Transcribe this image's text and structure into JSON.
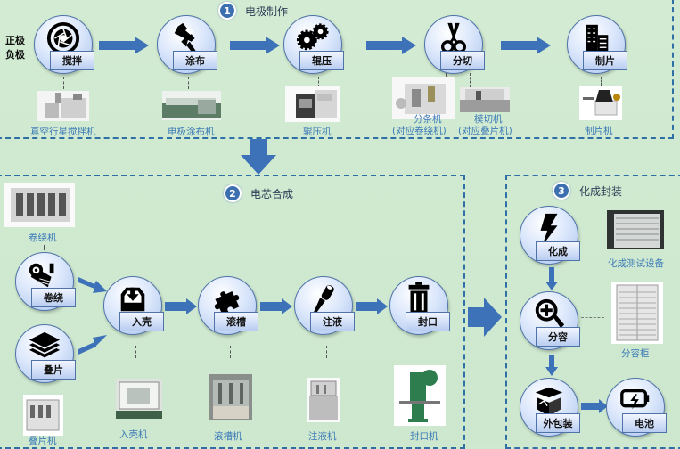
{
  "side_label": [
    "正极",
    "负极"
  ],
  "sections": {
    "electrode": {
      "number": "1",
      "title": "电极制作",
      "steps": [
        {
          "label": "搅拌",
          "icon": "aperture-icon",
          "machine": "真空行星搅拌机"
        },
        {
          "label": "涂布",
          "icon": "paint-brush-icon",
          "machine": "电极涂布机"
        },
        {
          "label": "辊压",
          "icon": "gears-icon",
          "machine": "辊压机"
        },
        {
          "label": "分切",
          "icon": "scissors-icon",
          "machine": "分条机",
          "machine_note": "(对应卷绕机)",
          "machine2": "模切机",
          "machine2_note": "(对应叠片机)"
        },
        {
          "label": "制片",
          "icon": "building-icon",
          "machine": "制片机"
        }
      ]
    },
    "cell": {
      "number": "2",
      "title": "电芯合成",
      "steps": [
        {
          "label": "卷绕",
          "icon": "roll-icon",
          "machine": "卷绕机"
        },
        {
          "label": "叠片",
          "icon": "layers-icon",
          "machine": "叠片机"
        },
        {
          "label": "入壳",
          "icon": "inbox-icon",
          "machine": "入壳机"
        },
        {
          "label": "滚槽",
          "icon": "puzzle-icon",
          "machine": "滚槽机"
        },
        {
          "label": "注液",
          "icon": "dropper-icon",
          "machine": "注液机"
        },
        {
          "label": "封口",
          "icon": "trash-can-icon",
          "machine": "封口机"
        }
      ]
    },
    "formation": {
      "number": "3",
      "title": "化成封装",
      "steps": [
        {
          "label": "化成",
          "icon": "lightning-icon",
          "machine": "化成测试设备"
        },
        {
          "label": "分容",
          "icon": "magnifier-plus-icon",
          "machine": "分容柜"
        },
        {
          "label": "外包装",
          "icon": "open-box-icon"
        },
        {
          "label": "电池",
          "icon": "battery-icon"
        }
      ]
    }
  },
  "colors": {
    "background": "#d0eacf",
    "dash_border": "#2e6fa6",
    "arrow": "#3d72b8",
    "caption": "#3c7ab7",
    "bubble_border": "#4f73a8"
  }
}
